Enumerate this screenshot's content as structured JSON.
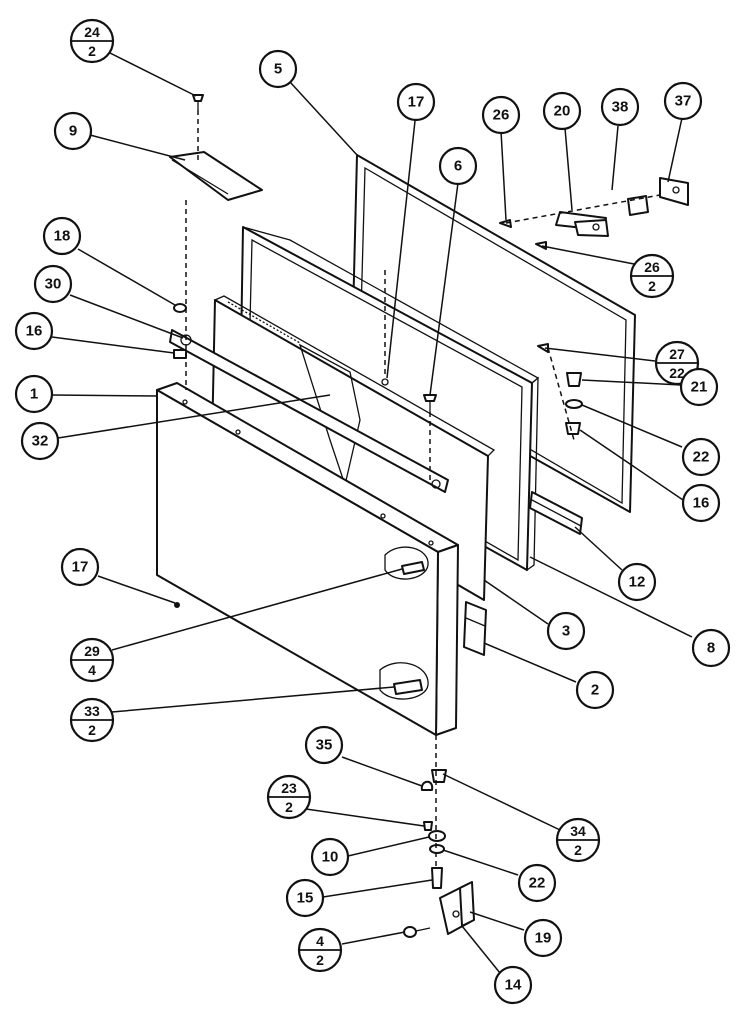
{
  "callouts": [
    {
      "id": "c24",
      "label": "24",
      "qty": "2"
    },
    {
      "id": "c5",
      "label": "5"
    },
    {
      "id": "c17a",
      "label": "17"
    },
    {
      "id": "c26a",
      "label": "26"
    },
    {
      "id": "c20",
      "label": "20"
    },
    {
      "id": "c38",
      "label": "38"
    },
    {
      "id": "c37",
      "label": "37"
    },
    {
      "id": "c9",
      "label": "9"
    },
    {
      "id": "c6",
      "label": "6"
    },
    {
      "id": "c18",
      "label": "18"
    },
    {
      "id": "c26b",
      "label": "26",
      "qty": "2"
    },
    {
      "id": "c30",
      "label": "30"
    },
    {
      "id": "c16a",
      "label": "16"
    },
    {
      "id": "c27",
      "label": "27",
      "qty": "22"
    },
    {
      "id": "c1",
      "label": "1"
    },
    {
      "id": "c21",
      "label": "21"
    },
    {
      "id": "c32",
      "label": "32"
    },
    {
      "id": "c22a",
      "label": "22"
    },
    {
      "id": "c16b",
      "label": "16"
    },
    {
      "id": "c12",
      "label": "12"
    },
    {
      "id": "c17b",
      "label": "17"
    },
    {
      "id": "c3",
      "label": "3"
    },
    {
      "id": "c8",
      "label": "8"
    },
    {
      "id": "c29",
      "label": "29",
      "qty": "4"
    },
    {
      "id": "c2",
      "label": "2"
    },
    {
      "id": "c33",
      "label": "33",
      "qty": "2"
    },
    {
      "id": "c35",
      "label": "35"
    },
    {
      "id": "c23",
      "label": "23",
      "qty": "2"
    },
    {
      "id": "c34",
      "label": "34",
      "qty": "2"
    },
    {
      "id": "c10",
      "label": "10"
    },
    {
      "id": "c22b",
      "label": "22"
    },
    {
      "id": "c15",
      "label": "15"
    },
    {
      "id": "c19",
      "label": "19"
    },
    {
      "id": "c4",
      "label": "4",
      "qty": "2"
    },
    {
      "id": "c14",
      "label": "14"
    }
  ]
}
